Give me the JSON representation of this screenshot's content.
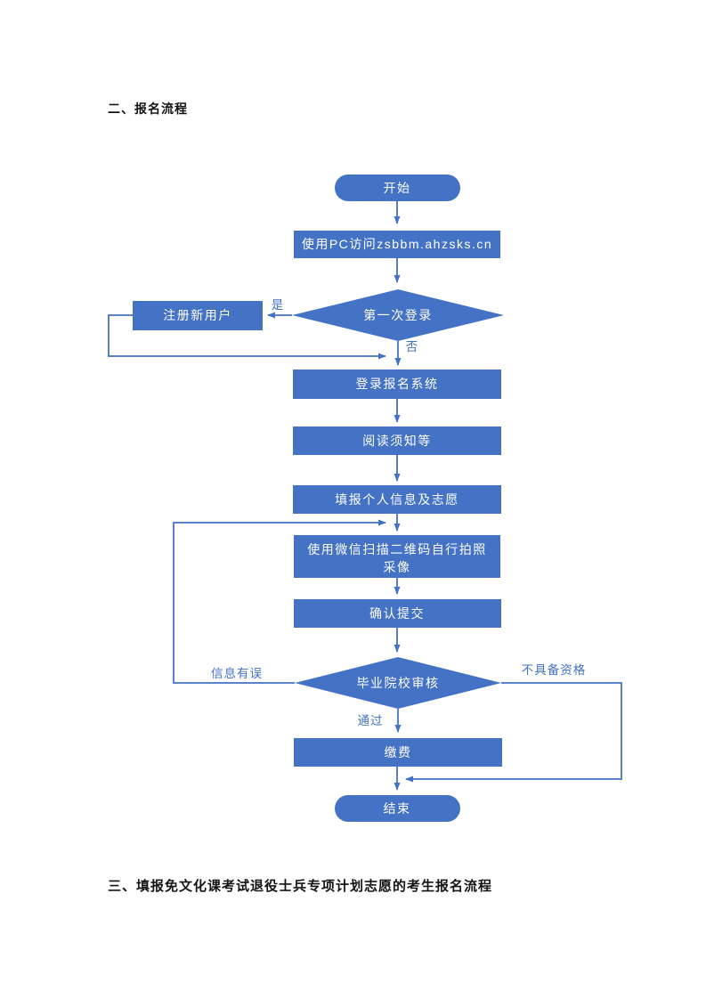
{
  "page": {
    "section2_title": "二、报名流程",
    "section3_title": "三、填报免文化课考试退役士兵专项计划志愿的考生报名流程"
  },
  "flowchart": {
    "colors": {
      "shape_fill": "#4472C4",
      "line": "#4472C4",
      "shape_text": "#FFFFFF",
      "label_text": "#4472C4"
    },
    "nodes": {
      "start": "开始",
      "visit_site": "使用PC访问zsbbm.ahzsks.cn",
      "first_login": "第一次登录",
      "register_new_user": "注册新用户",
      "login_system": "登录报名系统",
      "read_notice": "阅读须知等",
      "fill_info": "填报个人信息及志愿",
      "wechat_scan_line1": "使用微信扫描二维码自行拍照",
      "wechat_scan_line2": "采像",
      "confirm_submit": "确认提交",
      "school_audit": "毕业院校审核",
      "pay_fee": "缴费",
      "end": "结束"
    },
    "edge_labels": {
      "yes": "是",
      "no": "否",
      "info_error": "信息有误",
      "pass": "通过",
      "not_qualified": "不具备资格"
    }
  }
}
